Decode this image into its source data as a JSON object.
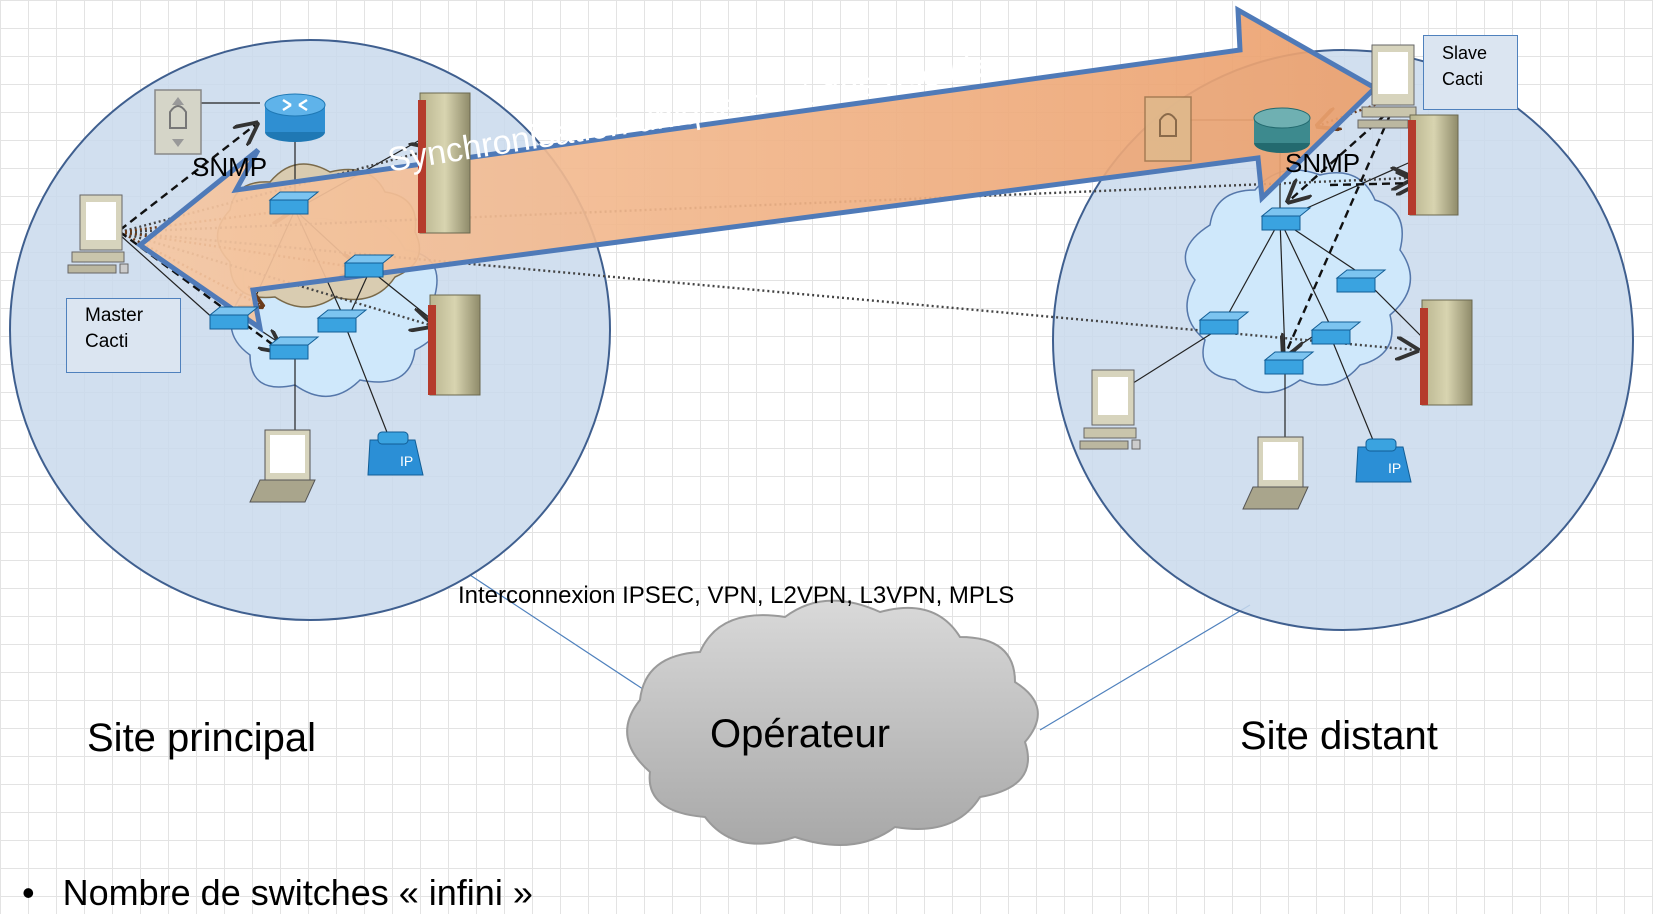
{
  "labels": {
    "master_line1": "Master",
    "master_line2": "Cacti",
    "slave_line1": "Slave",
    "slave_line2": "Cacti",
    "snmp_left": "SNMP",
    "snmp_right": "SNMP",
    "sync_arrow": "Synchronisation uniquement des relevés",
    "interconnect": "Interconnexion IPSEC, VPN, L2VPN, L3VPN, MPLS",
    "operator": "Opérateur",
    "site_main": "Site principal",
    "site_remote": "Site distant",
    "bullet": "Nombre de switches « infini »"
  },
  "colors": {
    "site_circle_fill": "#c9d9ec",
    "site_circle_stroke": "#3f5f8f",
    "arrow_fill": "#f3b58a",
    "arrow_stroke": "#4f7ab8",
    "cloud_blue": "#cfe8fb",
    "cloud_tan": "#d9c9a8",
    "operator_cloud": "#c8c8c8",
    "switch": "#3aa3e0",
    "router": "#2f8fd2"
  }
}
